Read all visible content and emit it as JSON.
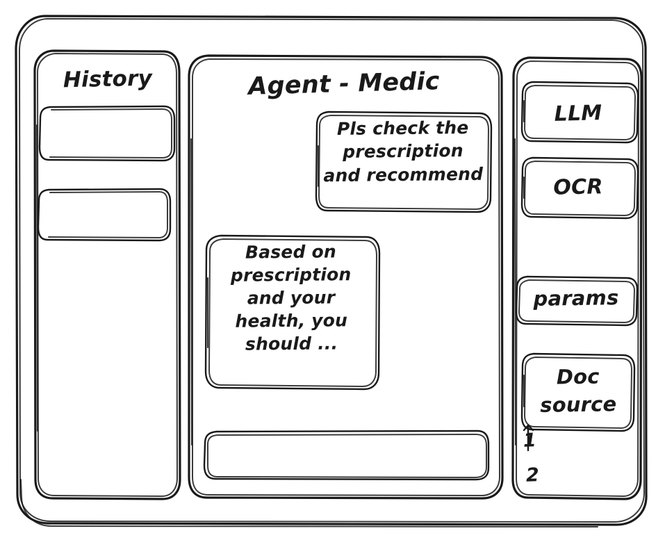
{
  "window": {
    "title": "Agent - Medic"
  },
  "sidebar": {
    "title": "History",
    "items": [
      {
        "label": "",
        "name": "history-item-1"
      },
      {
        "label": "",
        "name": "history-item-2"
      }
    ]
  },
  "main": {
    "title": "Agent - Medic",
    "messages": [
      {
        "role": "user",
        "text": "Pls check the\nprescription\nand recommend"
      },
      {
        "role": "agent",
        "text": "Based on\nprescription\nand your\nhealth, you\nshould ..."
      }
    ],
    "composer": {
      "value": "",
      "placeholder": ""
    }
  },
  "right_panel": {
    "tools": [
      {
        "label": "LLM",
        "name": "tool-llm"
      },
      {
        "label": "OCR",
        "name": "tool-ocr"
      }
    ],
    "params_label": "params",
    "doc_source": {
      "label": "Doc\nsource",
      "items": [
        "1",
        "2"
      ]
    }
  },
  "style": {
    "ink": "#1a1a1a",
    "paper": "#ffffff"
  }
}
